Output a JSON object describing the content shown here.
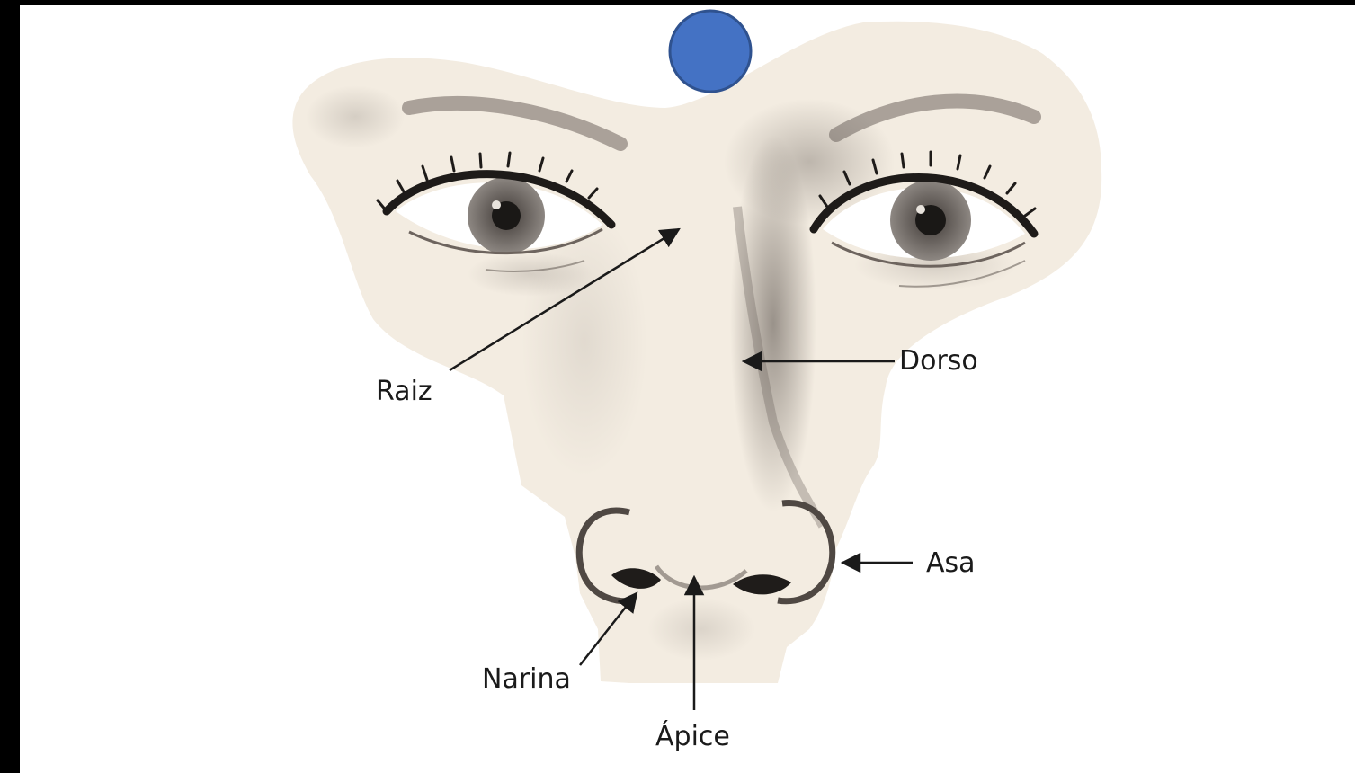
{
  "labels": {
    "raiz": "Raiz",
    "dorso": "Dorso",
    "asa": "Asa",
    "narina": "Narina",
    "apice": "Ápice"
  },
  "colors": {
    "marker": "#4472c4",
    "marker_border": "#2f528f",
    "skin": "#f3ece1",
    "shadow": "#8a7f77",
    "ink": "#1a1a1a"
  }
}
